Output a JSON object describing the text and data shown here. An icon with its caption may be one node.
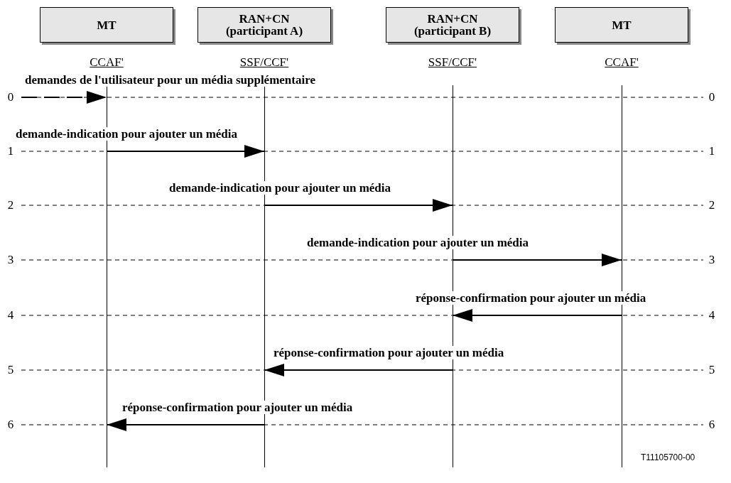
{
  "diagram": {
    "nodes": [
      {
        "text": [
          "MT",
          "CCAF'"
        ]
      },
      {
        "text": [
          "RAN+CN (participant A)",
          "SSF/CCF'"
        ]
      },
      {
        "text": [
          "RAN+CN (participant B)",
          "SSF/CCF'"
        ]
      },
      {
        "text": [
          "MT",
          "CCAF'"
        ]
      }
    ],
    "edges": [
      {
        "from": null,
        "to": 0,
        "arrow": "to",
        "style": "dashed",
        "label": "demandes de l'utilisateur pour un média supplémentaire"
      },
      {
        "from": 0,
        "to": 1,
        "arrow": "to",
        "label": "demande-indication pour ajouter un média"
      },
      {
        "from": 1,
        "to": 2,
        "arrow": "to",
        "label": "demande-indication pour ajouter un média"
      },
      {
        "from": 2,
        "to": 3,
        "arrow": "to",
        "label": "demande-indication pour ajouter un média"
      },
      {
        "from": 3,
        "to": 2,
        "arrow": "to",
        "label": "réponse-confirmation pour ajouter un média"
      },
      {
        "from": 2,
        "to": 1,
        "arrow": "to",
        "label": "réponse-confirmation pour ajouter un média"
      },
      {
        "from": 1,
        "to": 0,
        "arrow": "to",
        "label": "réponse-confirmation pour ajouter un média"
      }
    ],
    "labels": [
      "0",
      "0",
      "1",
      "1",
      "2",
      "2",
      "3",
      "3",
      "4",
      "4",
      "5",
      "5",
      "6",
      "6",
      "T11105700-00"
    ]
  }
}
